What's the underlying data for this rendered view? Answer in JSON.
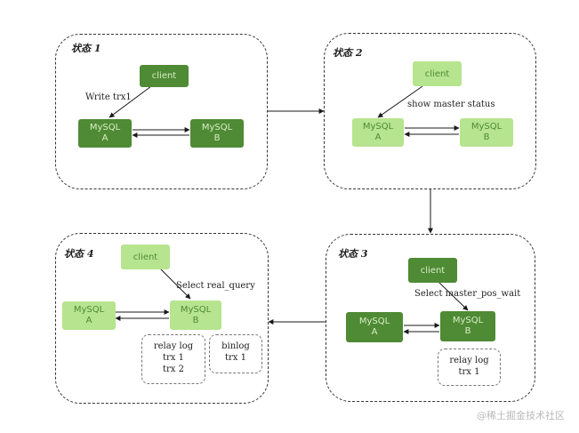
{
  "colors": {
    "dark": "#4f8a34",
    "light": "#b7e48f",
    "line": "#1a1a1a"
  },
  "panel1": {
    "label": "状态 1",
    "client": "client",
    "write": "Write trx1",
    "mysql_a": {
      "line1": "MySQL",
      "line2": "A"
    },
    "mysql_b": {
      "line1": "MySQL",
      "line2": "B"
    }
  },
  "panel2": {
    "label": "状态 2",
    "client": "client",
    "command": "show master status",
    "mysql_a": {
      "line1": "MySQL",
      "line2": "A"
    },
    "mysql_b": {
      "line1": "MySQL",
      "line2": "B"
    }
  },
  "panel3": {
    "label": "状态 3",
    "client": "client",
    "command": "Select master_pos_wait",
    "mysql_a": {
      "line1": "MySQL",
      "line2": "A"
    },
    "mysql_b": {
      "line1": "MySQL",
      "line2": "B"
    },
    "relay_log": {
      "title": "relay log",
      "items": [
        "trx 1"
      ]
    }
  },
  "panel4": {
    "label": "状态 4",
    "client": "client",
    "command": "Select real_query",
    "mysql_a": {
      "line1": "MySQL",
      "line2": "A"
    },
    "mysql_b": {
      "line1": "MySQL",
      "line2": "B"
    },
    "relay_log": {
      "title": "relay log",
      "items": [
        "trx 1",
        "trx 2"
      ]
    },
    "binlog": {
      "title": "binlog",
      "items": [
        "trx 1"
      ]
    }
  },
  "watermark": "@稀土掘金技术社区"
}
